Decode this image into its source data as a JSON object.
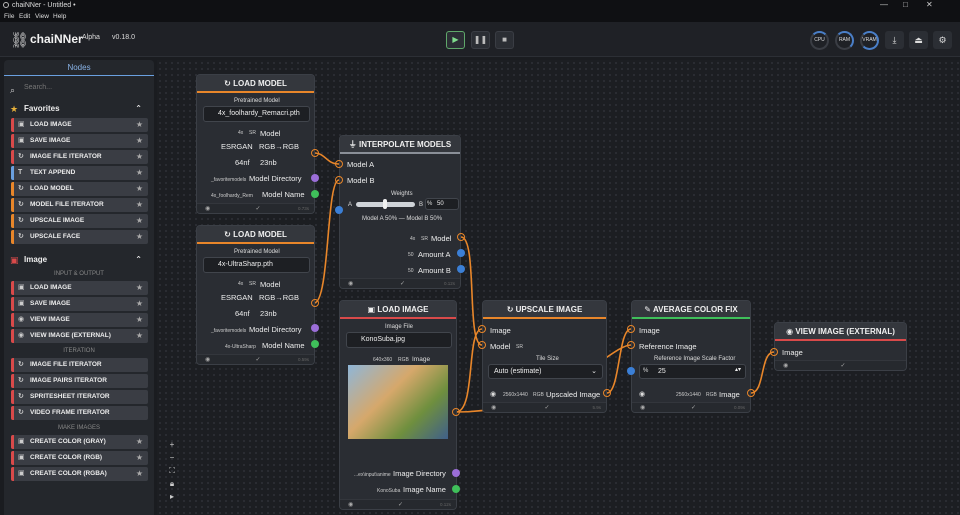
{
  "window": {
    "title": "chaiNNer - Untitled •",
    "min": "—",
    "max": "□",
    "close": "✕"
  },
  "menu": [
    "File",
    "Edit",
    "View",
    "Help"
  ],
  "header": {
    "app": "chaiNNer",
    "badge": "Alpha",
    "version": "v0.18.0",
    "cpu": "CPU",
    "ram": "RAM",
    "vram": "VRAM"
  },
  "sidebar": {
    "tab": "Nodes",
    "search_placeholder": "Search...",
    "favorites": {
      "label": "Favorites",
      "items": [
        "LOAD IMAGE",
        "SAVE IMAGE",
        "IMAGE FILE ITERATOR",
        "TEXT APPEND",
        "LOAD MODEL",
        "MODEL FILE ITERATOR",
        "UPSCALE IMAGE",
        "UPSCALE FACE"
      ]
    },
    "image": {
      "label": "Image",
      "input_output": "INPUT & OUTPUT",
      "io_items": [
        "LOAD IMAGE",
        "SAVE IMAGE",
        "VIEW IMAGE",
        "VIEW IMAGE (EXTERNAL)"
      ],
      "iteration": "ITERATION",
      "iter_items": [
        "IMAGE FILE ITERATOR",
        "IMAGE PAIRS ITERATOR",
        "SPRITESHEET ITERATOR",
        "VIDEO FRAME ITERATOR"
      ],
      "make_images": "MAKE IMAGES",
      "make_items": [
        "CREATE COLOR (GRAY)",
        "CREATE COLOR (RGB)",
        "CREATE COLOR (RGBA)"
      ]
    }
  },
  "nodes": {
    "load_model_1": {
      "title": "LOAD MODEL",
      "pretrained": "Pretrained Model",
      "file": "4x_foolhardy_Remacri.pth",
      "scale": "4x",
      "sr": "SR",
      "model": "Model",
      "arch": "ESRGAN",
      "color": "RGB→RGB",
      "nf": "64nf",
      "nb": "23nb",
      "dir_val": "_favoritemodels",
      "dir": "Model Directory",
      "name_val": "4x_foolhardy_Rem",
      "name": "Model Name",
      "time": "0.73s"
    },
    "load_model_2": {
      "title": "LOAD MODEL",
      "pretrained": "Pretrained Model",
      "file": "4x-UltraSharp.pth",
      "scale": "4x",
      "sr": "SR",
      "model": "Model",
      "arch": "ESRGAN",
      "color": "RGB→RGB",
      "nf": "64nf",
      "nb": "23nb",
      "dir_val": "_favoritemodels",
      "dir": "Model Directory",
      "name_val": "4x-UltraSharp",
      "name": "Model Name",
      "time": "0.59s"
    },
    "interpolate": {
      "title": "INTERPOLATE MODELS",
      "in_a": "Model A",
      "in_b": "Model B",
      "weights": "Weights",
      "a": "A",
      "b": "B",
      "pct": "%",
      "value": "50",
      "desc": "Model A 50% — Model B 50%",
      "scale": "4x",
      "sr": "SR",
      "out_model": "Model",
      "s50a": "50",
      "amount_a": "Amount A",
      "s50b": "50",
      "amount_b": "Amount B",
      "time": "0.12s"
    },
    "load_image": {
      "title": "LOAD IMAGE",
      "file_label": "Image File",
      "file": "KonoSuba.jpg",
      "dims": "640x360",
      "mode": "RGB",
      "image": "Image",
      "dir_val": "...ex\\input\\anime",
      "dir": "Image Directory",
      "name_val": "KonoSuba",
      "name": "Image Name",
      "time": "0.12s"
    },
    "upscale": {
      "title": "UPSCALE IMAGE",
      "in_image": "Image",
      "in_model": "Model",
      "sr": "SR",
      "tile": "Tile Size",
      "tile_val": "Auto (estimate)",
      "dims": "2560x1440",
      "mode": "RGB",
      "out": "Upscaled Image",
      "time": "5.9s"
    },
    "avg_color": {
      "title": "AVERAGE COLOR FIX",
      "in_image": "Image",
      "in_ref": "Reference Image",
      "factor": "Reference Image Scale Factor",
      "pct": "%",
      "value": "25",
      "dims": "2560x1440",
      "mode": "RGB",
      "out": "Image",
      "time": "0.09s"
    },
    "view_ext": {
      "title": "VIEW IMAGE (EXTERNAL)",
      "in_image": "Image"
    }
  }
}
